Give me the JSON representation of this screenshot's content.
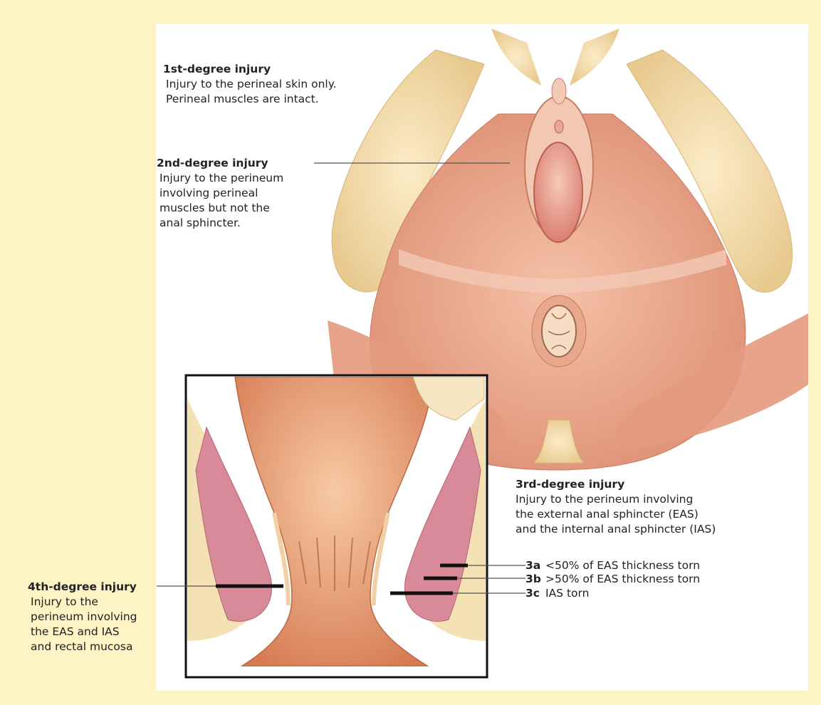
{
  "injuries": {
    "first": {
      "title": "1st-degree injury",
      "lines": [
        "Injury to the perineal skin only.",
        "Perineal muscles are intact."
      ]
    },
    "second": {
      "title": "2nd-degree injury",
      "lines": [
        "Injury to the perineum",
        "involving perineal",
        "muscles but not the",
        "anal sphincter."
      ]
    },
    "third": {
      "title": "3rd-degree injury",
      "lines": [
        "Injury to the perineum involving",
        "the external anal sphincter (EAS)",
        "and the internal anal sphincter (IAS)"
      ],
      "subtypes": [
        {
          "code": "3a",
          "text": "<50% of EAS thickness torn"
        },
        {
          "code": "3b",
          "text": ">50% of EAS thickness torn"
        },
        {
          "code": "3c",
          "text": "IAS torn"
        }
      ]
    },
    "fourth": {
      "title": "4th-degree injury",
      "lines": [
        "Injury to the",
        "perineum involving",
        "the EAS and IAS",
        "and rectal mucosa"
      ]
    }
  },
  "colors": {
    "background": "#fdf3c4",
    "panel": "#ffffff",
    "muscle": "#e9a58c",
    "muscle_dark": "#d9856b",
    "bone": "#f2dba8",
    "fat": "#f6e7b8",
    "leader": "#555555",
    "tear_mark": "#111111"
  }
}
